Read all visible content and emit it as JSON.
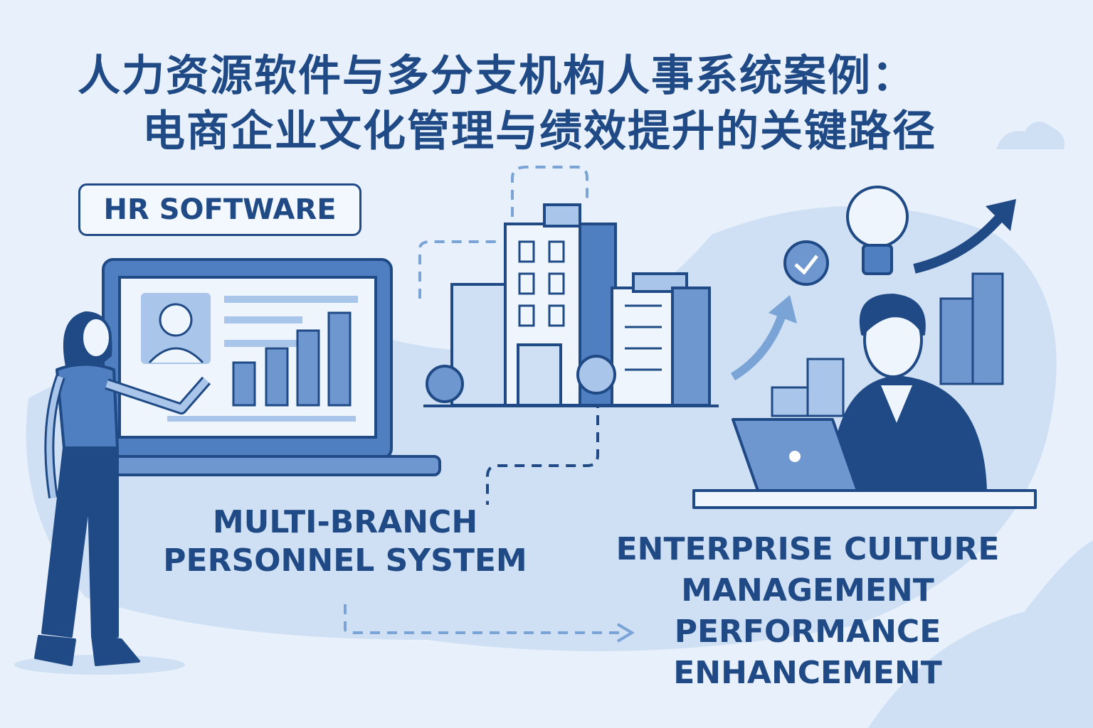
{
  "title": {
    "line1": "人力资源软件与多分支机构人事系统案例：",
    "line2": "电商企业文化管理与绩效提升的关键路径"
  },
  "badge": "HR SOFTWARE",
  "labels": {
    "multi_branch_1": "MULTI-BRANCH",
    "multi_branch_2": "PERSONNEL SYSTEM",
    "culture_1": "ENTERPRISE CULTURE",
    "culture_2": "MANAGEMENT",
    "performance_1": "PERFORMANCE",
    "performance_2": "ENHANCEMENT"
  },
  "colors": {
    "navy": "#1f4a85",
    "mid": "#4f7fc0",
    "light": "#a9c6ea",
    "bg": "#e8f1fb"
  }
}
